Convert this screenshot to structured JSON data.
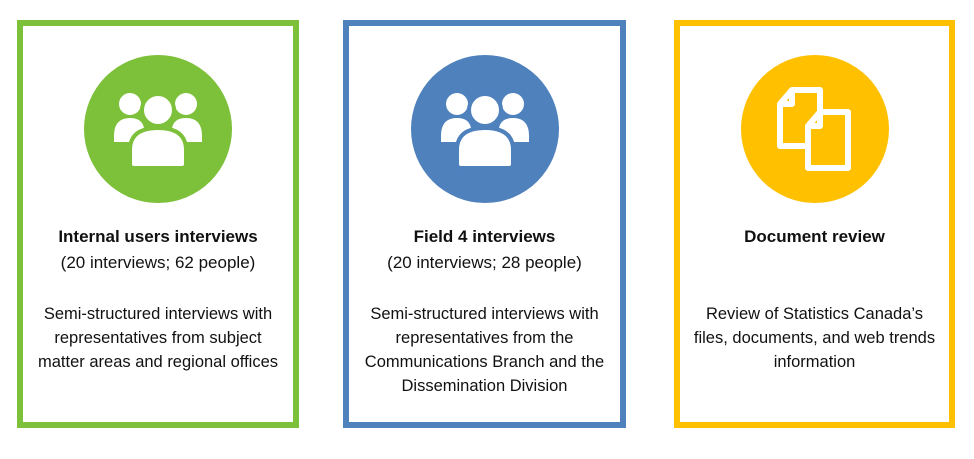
{
  "cards": [
    {
      "title": "Internal users interviews",
      "subtitle": "(20 interviews; 62 people)",
      "description": "Semi-structured interviews with representatives from subject matter areas and regional offices",
      "icon": "users-group-icon",
      "color": "#7dc03a"
    },
    {
      "title": "Field 4 interviews",
      "subtitle": "(20 interviews; 28 people)",
      "description": "Semi-structured interviews with representatives from the Communications Branch and the Dissemination Division",
      "icon": "users-group-icon",
      "color": "#4f81bd"
    },
    {
      "title": "Document review",
      "description": "Review of Statistics Canada’s files, documents, and web trends information",
      "icon": "documents-icon",
      "color": "#ffc000"
    }
  ]
}
